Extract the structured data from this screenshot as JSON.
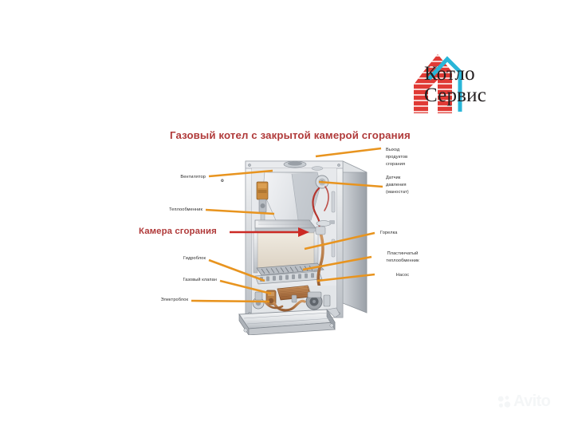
{
  "page": {
    "background": "#ffffff",
    "title": "Газовый котел с закрытой камерой сгорания",
    "title_color": "#b03a3a"
  },
  "logo": {
    "name": "kotlo-servis-logo",
    "line1": "Котло",
    "line2": "Сервис",
    "mark_color_red": "#e03a35",
    "mark_color_blue": "#29b6d8",
    "text_color": "#231f20"
  },
  "highlight": {
    "label": "Камера сгорания",
    "color": "#b03a3a",
    "arrow_color": "#cc2a24"
  },
  "leader_color": "#e8941f",
  "labels_left": [
    {
      "id": "fan",
      "text": "Вентилятор"
    },
    {
      "id": "heat-exchanger",
      "text": "Теплообменник"
    },
    {
      "id": "hydro-block",
      "text": "Гидроблок"
    },
    {
      "id": "gas-valve",
      "text": "Газовый клапан"
    },
    {
      "id": "electro-block",
      "text": "Электроблок"
    }
  ],
  "labels_right": [
    {
      "id": "flue-outlet",
      "lines": [
        "Выход",
        "продуктов",
        "сгорания"
      ]
    },
    {
      "id": "pressure-sensor",
      "lines": [
        "Датчик",
        "давления",
        "(маностат)"
      ]
    },
    {
      "id": "burner",
      "lines": [
        "Горелка"
      ]
    },
    {
      "id": "plate-heat-exchanger",
      "lines": [
        "Пластинчатый",
        "теплообменник"
      ]
    },
    {
      "id": "pump",
      "lines": [
        "Насос"
      ]
    }
  ],
  "marker": {
    "text": "o"
  },
  "watermark": {
    "text": "Avito",
    "color": "#eceff1"
  },
  "illustration": {
    "name": "gas-boiler-cutaway",
    "description": "Сutaway photo-illustration of a wall-mounted gas boiler with closed combustion chamber",
    "body_color": "#d8dade",
    "metal_light": "#eceef0",
    "metal_mid": "#c3c7cc",
    "metal_dark": "#8e949b",
    "copper_color": "#b07242",
    "flame_color": "#e8c9a0"
  }
}
